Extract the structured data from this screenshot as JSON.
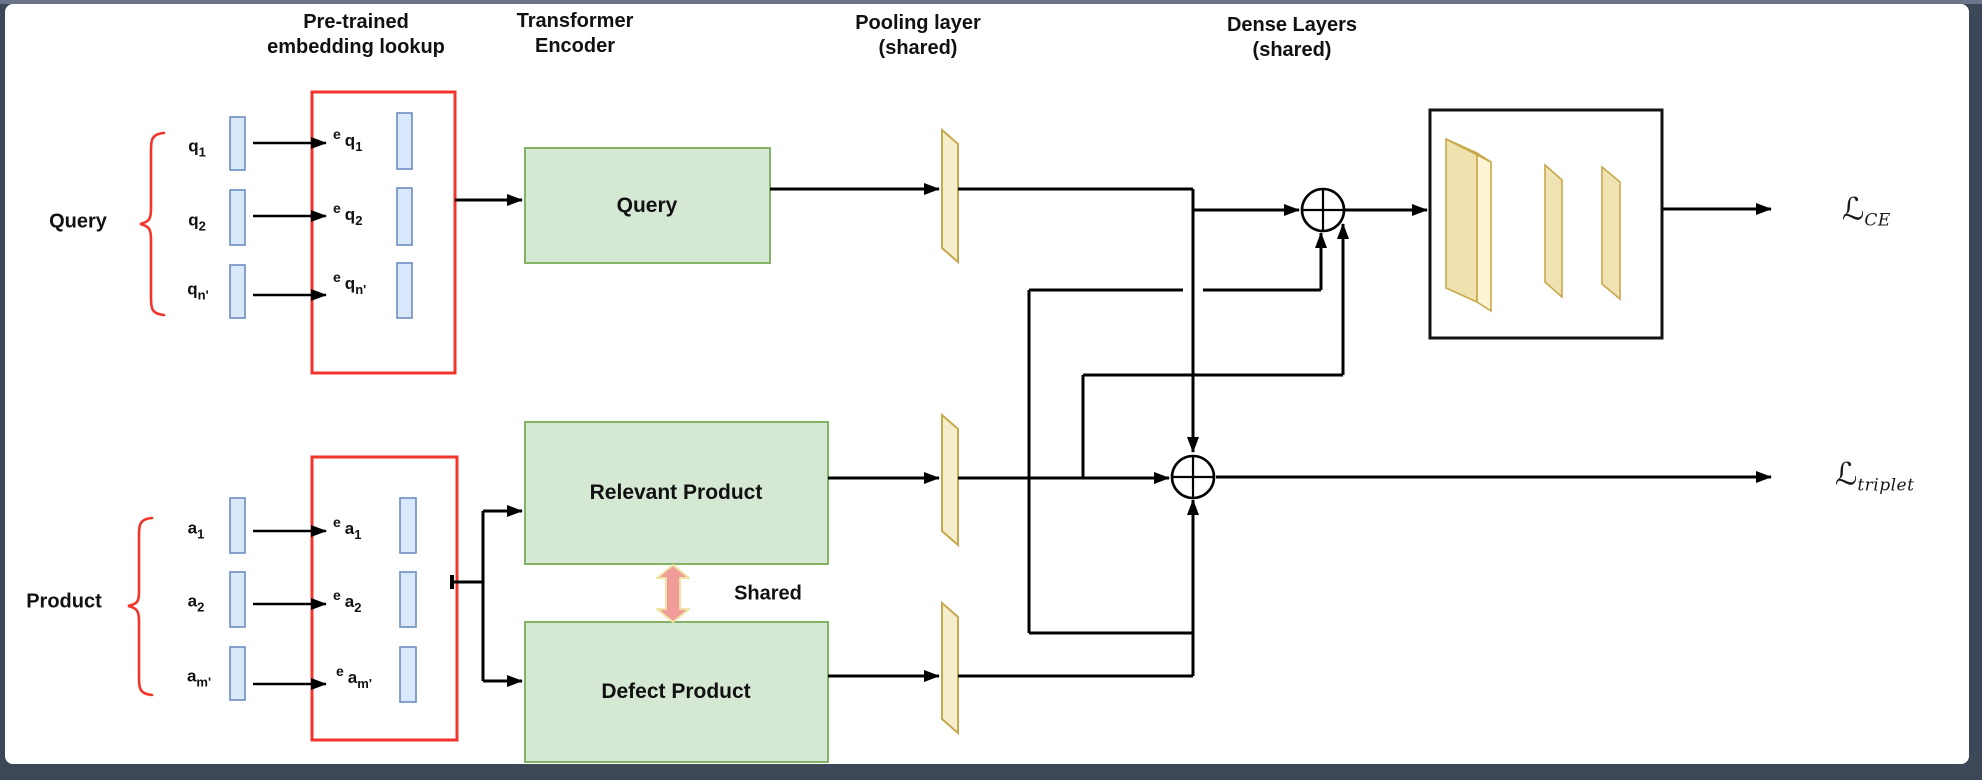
{
  "headers": {
    "embedding": {
      "line1": "Pre-trained",
      "line2": "embedding lookup"
    },
    "encoder": {
      "line1": "Transformer",
      "line2": "Encoder"
    },
    "pooling": {
      "line1": "Pooling layer",
      "line2": "(shared)"
    },
    "dense": {
      "line1": "Dense Layers",
      "line2": "(shared)"
    }
  },
  "groups": {
    "query": "Query",
    "product": "Product"
  },
  "rows": {
    "query": [
      {
        "token": {
          "base": "q",
          "sub": "1"
        },
        "emb": {
          "sup": "e",
          "base": "q",
          "sub": "1"
        }
      },
      {
        "token": {
          "base": "q",
          "sub": "2"
        },
        "emb": {
          "sup": "e",
          "base": "q",
          "sub": "2"
        }
      },
      {
        "token": {
          "base": "q",
          "sub": "n'"
        },
        "emb": {
          "sup": "e",
          "base": "q",
          "sub": "n'"
        }
      }
    ],
    "product": [
      {
        "token": {
          "base": "a",
          "sub": "1"
        },
        "emb": {
          "sup": "e",
          "base": "a",
          "sub": "1"
        }
      },
      {
        "token": {
          "base": "a",
          "sub": "2"
        },
        "emb": {
          "sup": "e",
          "base": "a",
          "sub": "2"
        }
      },
      {
        "token": {
          "base": "a",
          "sub": "m'"
        },
        "emb": {
          "sup": "e",
          "base": "a",
          "sub": "m'"
        }
      }
    ]
  },
  "encoders": {
    "query": "Query",
    "relevant": "Relevant Product",
    "defect": "Defect Product"
  },
  "shared_label": "Shared",
  "losses": {
    "ce": {
      "symbol": "ℒ",
      "sub": "CE"
    },
    "triplet": {
      "symbol": "ℒ",
      "sub": "triplet"
    }
  },
  "icons": {
    "concat_ce": "circle-plus",
    "concat_triplet": "circle-plus",
    "shared_arrow": "double-headed-vertical-arrow"
  },
  "colors": {
    "canvas": "#ffffff",
    "frame": "#3c4758",
    "frame_top": "#6b7489",
    "red_box": "#f2352b",
    "green_fill": "#d5e8d4",
    "green_stroke": "#82b366",
    "blue_fill": "#dae8fc",
    "blue_stroke": "#6c8ebf",
    "tan_fill": "#f5eecd",
    "tan_stroke": "#c7a94f",
    "shared_fill": "#f19c99",
    "shared_stroke": "#f0e3a6",
    "line": "#000000"
  }
}
